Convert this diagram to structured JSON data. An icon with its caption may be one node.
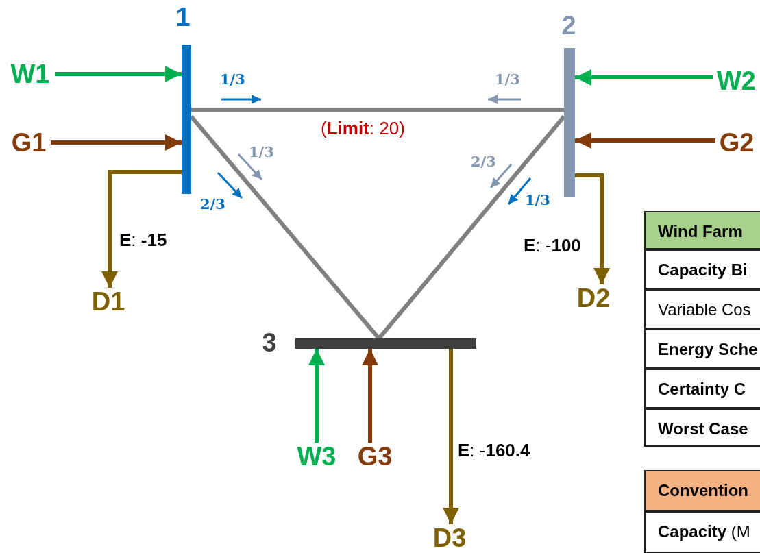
{
  "diagram": {
    "nodes": [
      {
        "text": [
          "1"
        ]
      },
      {
        "text": [
          "2"
        ]
      },
      {
        "text": [
          "3"
        ]
      },
      {
        "text": [
          "W1"
        ]
      },
      {
        "text": [
          "G1"
        ]
      },
      {
        "text": [
          "D1"
        ]
      },
      {
        "text": [
          "W2"
        ]
      },
      {
        "text": [
          "G2"
        ]
      },
      {
        "text": [
          "D2"
        ]
      },
      {
        "text": [
          "W3"
        ]
      },
      {
        "text": [
          "G3"
        ]
      },
      {
        "text": [
          "D3"
        ]
      }
    ],
    "edges": [
      {
        "from": 3,
        "to": 0,
        "arrow": "to",
        "color": "#00b050"
      },
      {
        "from": 4,
        "to": 0,
        "arrow": "to",
        "color": "#843c0c"
      },
      {
        "from": 0,
        "to": 5,
        "arrow": "to",
        "label": "**E**: **-15**",
        "color": "#7f6000"
      },
      {
        "from": 6,
        "to": 1,
        "arrow": "to",
        "color": "#00b050"
      },
      {
        "from": 7,
        "to": 1,
        "arrow": "to",
        "color": "#843c0c"
      },
      {
        "from": 1,
        "to": 8,
        "arrow": "to",
        "label": "**E**: -**100**",
        "color": "#7f6000"
      },
      {
        "from": 9,
        "to": 2,
        "arrow": "to",
        "color": "#00b050"
      },
      {
        "from": 10,
        "to": 2,
        "arrow": "to",
        "color": "#843c0c"
      },
      {
        "from": 2,
        "to": 11,
        "arrow": "to",
        "label": "**E**: -**160.4**",
        "color": "#7f6000"
      },
      {
        "from": 0,
        "to": 1,
        "arrow": "none",
        "label": "(**Limit**: 20)",
        "color": "#808080"
      },
      {
        "from": 0,
        "to": 2,
        "arrow": "none",
        "color": "#808080"
      },
      {
        "from": 1,
        "to": 2,
        "arrow": "none",
        "color": "#808080"
      }
    ],
    "labels": [
      "1/3",
      "1/3",
      "1/3",
      "2/3",
      "1/3",
      "2/3",
      "Wind Farm",
      "Capacity Bi",
      "Variable Cos",
      "Energy Sche",
      "Certainty C",
      "Worst Case",
      "Convention",
      "**Capacity** (M"
    ]
  }
}
